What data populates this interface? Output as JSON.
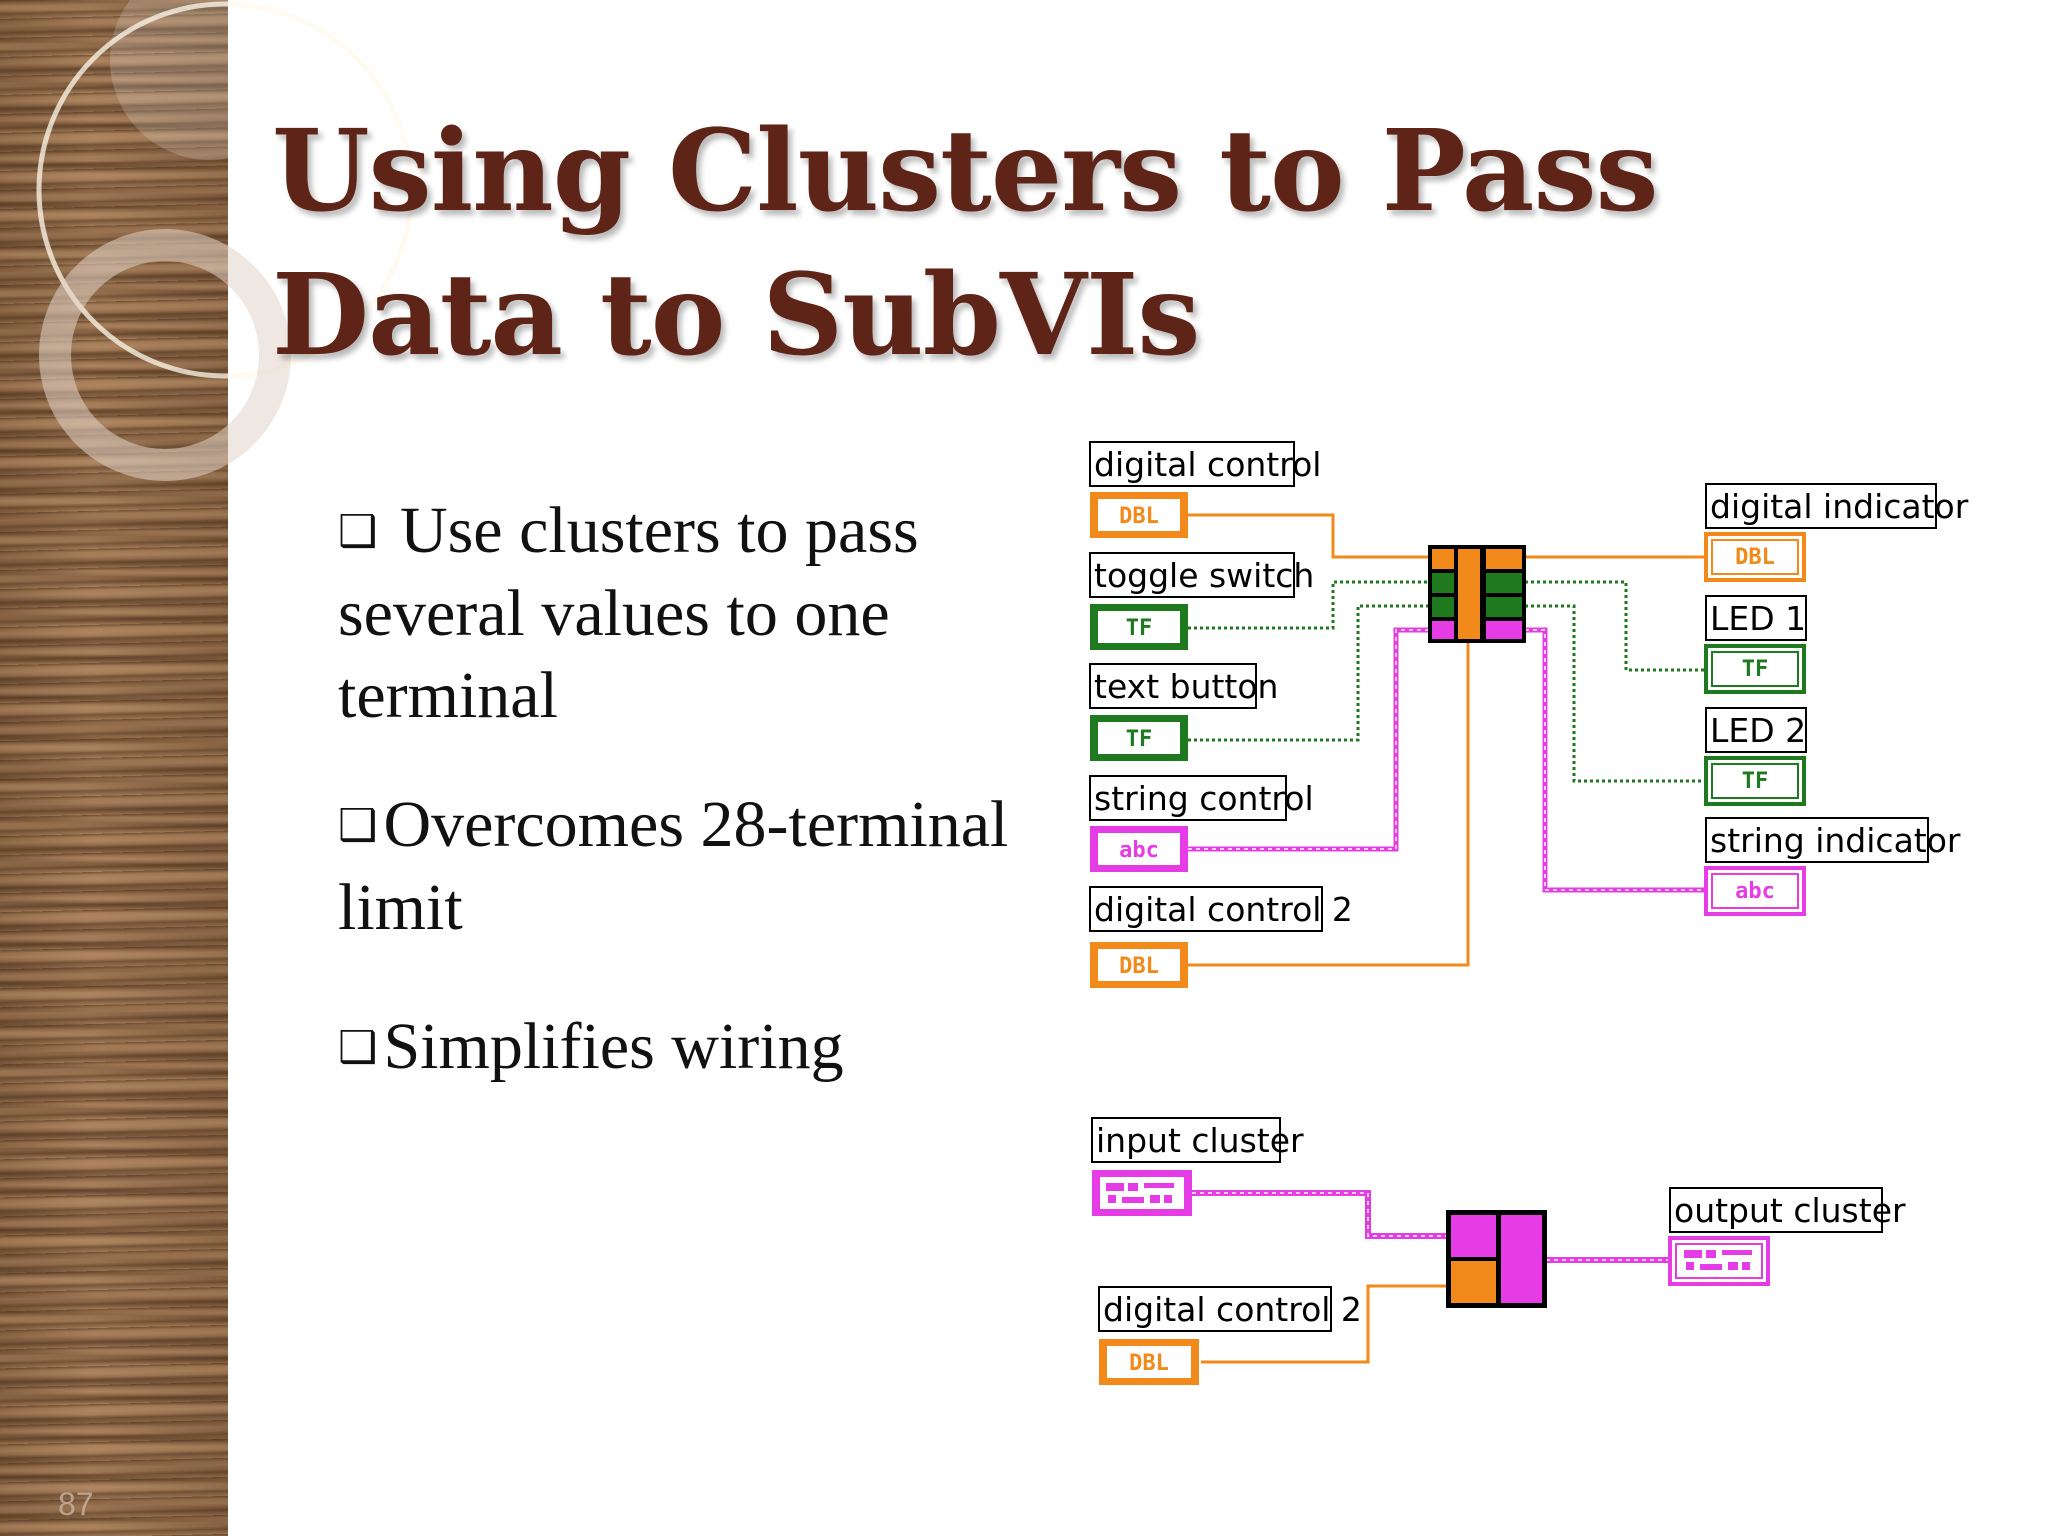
{
  "slide": {
    "title": "Using Clusters to Pass Data to SubVIs",
    "number": "87"
  },
  "bullets": [
    {
      "marker": "❑",
      "text": "Use clusters to pass several values to one terminal"
    },
    {
      "marker": "❑",
      "text": "Overcomes 28-terminal limit"
    },
    {
      "marker": "❑",
      "text": "Simplifies wiring"
    }
  ],
  "top_diagram": {
    "inputs": [
      {
        "label": "digital control",
        "type": "DBL",
        "color": "#f28a1b"
      },
      {
        "label": "toggle switch",
        "type": "TF",
        "color": "#1f7a1f"
      },
      {
        "label": "text button",
        "type": "TF",
        "color": "#1f7a1f"
      },
      {
        "label": "string control",
        "type": "abc",
        "color": "#e63ce6"
      },
      {
        "label": "digital control 2",
        "type": "DBL",
        "color": "#f28a1b"
      }
    ],
    "outputs": [
      {
        "label": "digital indicator",
        "type": "DBL",
        "color": "#f28a1b"
      },
      {
        "label": "LED 1",
        "type": "TF",
        "color": "#1f7a1f"
      },
      {
        "label": "LED 2",
        "type": "TF",
        "color": "#1f7a1f"
      },
      {
        "label": "string indicator",
        "type": "abc",
        "color": "#e63ce6"
      }
    ]
  },
  "bottom_diagram": {
    "inputs": [
      {
        "label": "input cluster",
        "type": "cluster",
        "color": "#e63ce6"
      },
      {
        "label": "digital control 2",
        "type": "DBL",
        "color": "#f28a1b"
      }
    ],
    "outputs": [
      {
        "label": "output cluster",
        "type": "cluster",
        "color": "#e63ce6"
      }
    ]
  },
  "colors": {
    "title": "#5e2418",
    "double": "#f28a1b",
    "boolean": "#1f7a1f",
    "string": "#e63ce6"
  }
}
